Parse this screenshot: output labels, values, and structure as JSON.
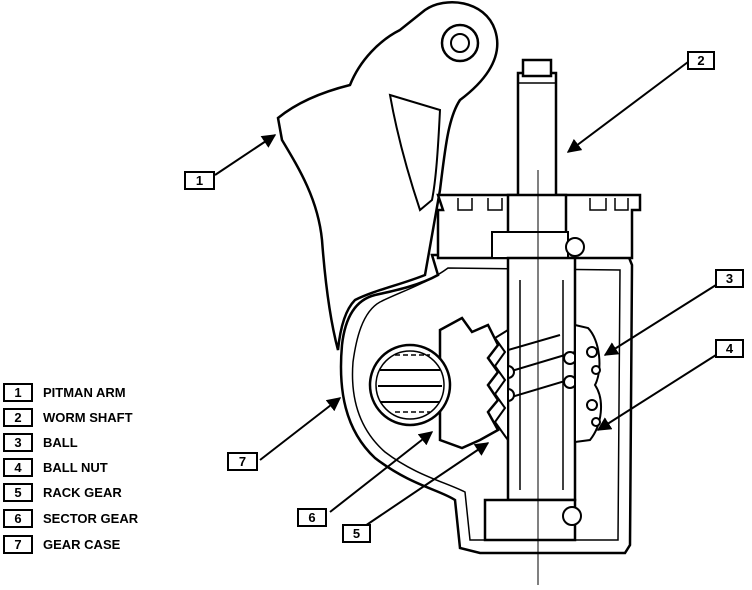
{
  "legend": [
    {
      "num": "1",
      "label": "PITMAN ARM"
    },
    {
      "num": "2",
      "label": "WORM SHAFT"
    },
    {
      "num": "3",
      "label": "BALL"
    },
    {
      "num": "4",
      "label": "BALL NUT"
    },
    {
      "num": "5",
      "label": "RACK GEAR"
    },
    {
      "num": "6",
      "label": "SECTOR GEAR"
    },
    {
      "num": "7",
      "label": "GEAR CASE"
    }
  ],
  "callouts": {
    "c1": "1",
    "c2": "2",
    "c3": "3",
    "c4": "4",
    "c5": "5",
    "c6": "6",
    "c7": "7"
  },
  "colors": {
    "ink": "#000000",
    "paper": "#ffffff"
  }
}
